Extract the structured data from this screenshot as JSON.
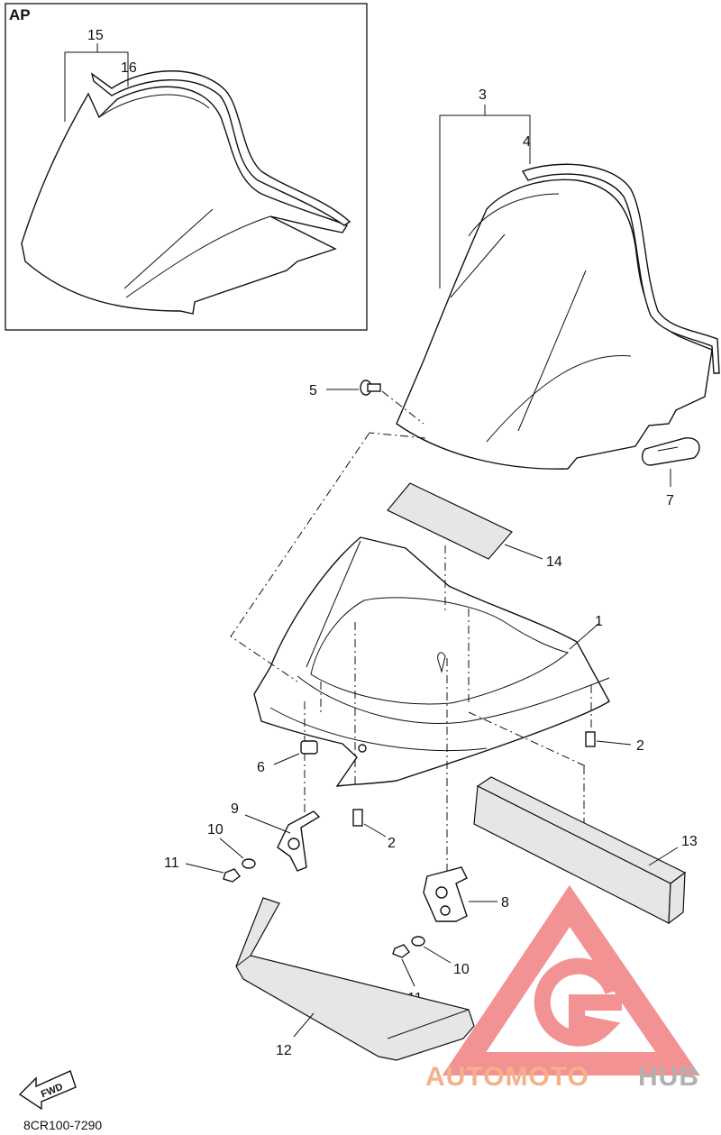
{
  "inset_label": "AP",
  "callouts": {
    "c1": "1",
    "c2a": "2",
    "c2b": "2",
    "c3": "3",
    "c4": "4",
    "c5": "5",
    "c6": "6",
    "c7": "7",
    "c8": "8",
    "c9": "9",
    "c10a": "10",
    "c10b": "10",
    "c11a": "11",
    "c11b": "11",
    "c12": "12",
    "c13": "13",
    "c14": "14",
    "c15": "15",
    "c16": "16"
  },
  "fwd_label": "FWD",
  "diagram_code": "8CR100-7290",
  "watermark": {
    "part1": "AUTOMOTO",
    "part2": "HUB",
    "color1": "#f5b08a",
    "color2": "#b0b0b0",
    "logo_color": "#f08080"
  }
}
